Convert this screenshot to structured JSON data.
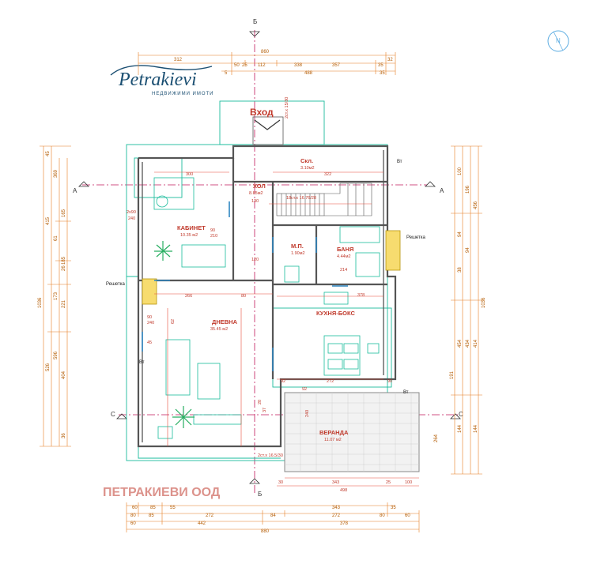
{
  "brand": {
    "logo_text": "Petrakievi",
    "tagline": "НЕДВИЖИМИ ИМОТИ",
    "watermark": "ПЕТРАКИЕВИ ООД"
  },
  "entrance_label": "Вход",
  "section_labels": {
    "a_left": "A",
    "a_right": "A",
    "c_left": "C",
    "c_right": "C",
    "b_top": "Б",
    "b_bottom": "Б"
  },
  "rooms": {
    "storage": {
      "name": "Скл.",
      "area": "3.10м2"
    },
    "hall": {
      "name": "ХОЛ",
      "area": "8.85м2"
    },
    "office": {
      "name": "КАБИНЕТ",
      "area": "10.35 м2"
    },
    "wc": {
      "name": "М.П.",
      "area": "1.90м2"
    },
    "bath": {
      "name": "БАНЯ",
      "area": "4.44м2"
    },
    "kitchen": {
      "name": "КУХНЯ-БОКС"
    },
    "living": {
      "name": "ДНЕВНА",
      "area": "35.45 м2"
    },
    "veranda": {
      "name": "ВЕРАНДА",
      "area": "11.07 м2"
    }
  },
  "annotations": {
    "grille_left": "Решетка",
    "grille_right": "Решетка",
    "stairs_top": "2ст.х 15/30",
    "stairs_bottom": "2ст.х 16.5/30",
    "stair_flight": "18ст.х 16.76/28",
    "vent_1": "Вт",
    "vent_2": "Вт",
    "vent_3": "Вт",
    "window_type": "2x90",
    "window_h": "240"
  },
  "dims_top": {
    "row1": [
      "312",
      "860",
      "32"
    ],
    "row2": [
      "50",
      "25",
      "112",
      "338",
      "357",
      "35"
    ],
    "row3": [
      "5",
      "488",
      "35"
    ]
  },
  "dims_bottom": {
    "row1": [
      "60",
      "85",
      "55",
      "343",
      "35"
    ],
    "row2": [
      "80",
      "85",
      "272",
      "84",
      "272",
      "80",
      "60"
    ],
    "row3": [
      "60",
      "442",
      "378"
    ],
    "row4": [
      "880"
    ]
  },
  "dims_left": [
    "45",
    "1036",
    "415",
    "369",
    "165",
    "185",
    "526",
    "173",
    "221",
    "596",
    "404",
    "26",
    "61",
    "36"
  ],
  "dims_right": [
    "100",
    "196",
    "456",
    "94",
    "94",
    "38",
    "1036",
    "454",
    "434",
    "414",
    "191",
    "144",
    "144",
    "264"
  ],
  "dims_interior": [
    "300",
    "322",
    "120",
    "130",
    "90",
    "210",
    "266",
    "80",
    "90",
    "240",
    "45",
    "214",
    "378",
    "272",
    "90",
    "92",
    "92",
    "343",
    "498",
    "30",
    "100",
    "25",
    "240",
    "37",
    "62",
    "20"
  ]
}
